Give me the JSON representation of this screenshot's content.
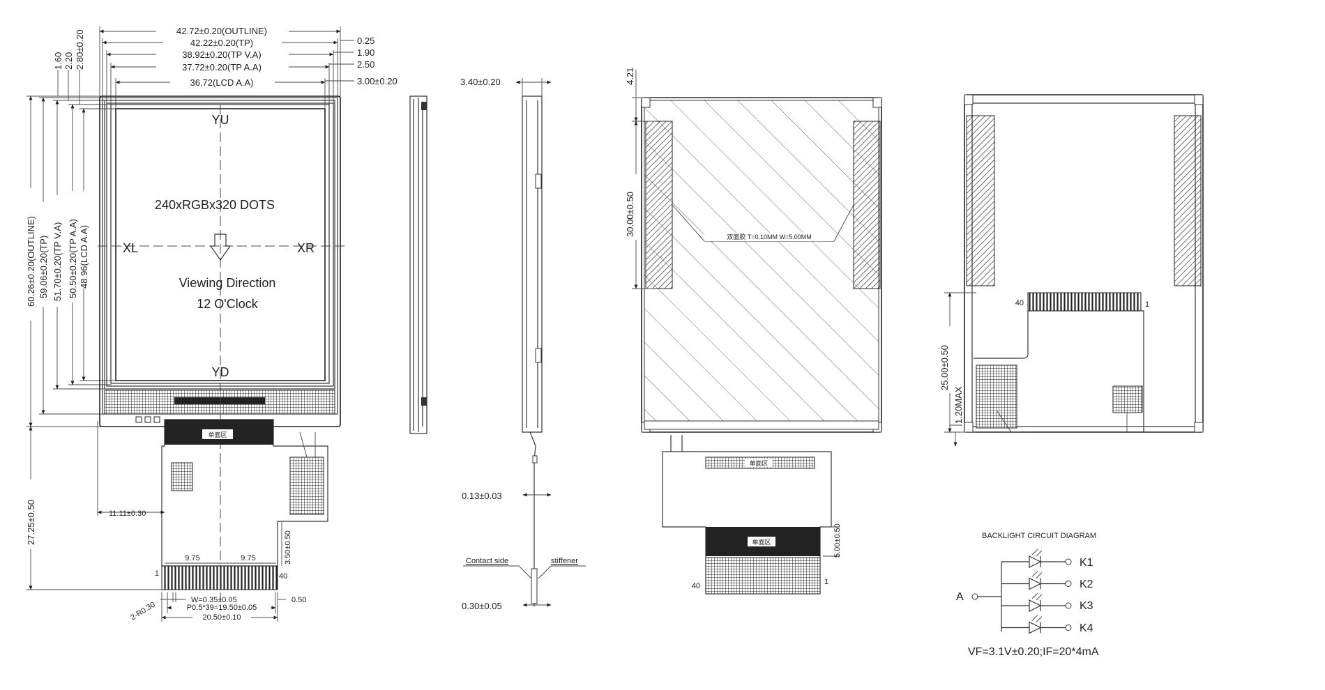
{
  "front_view": {
    "top_dims": [
      "42.72±0.20(OUTLINE)",
      "42.22±0.20(TP)",
      "38.92±0.20(TP  V.A)",
      "37.72±0.20(TP  A.A)",
      "36.72(LCD  A.A)"
    ],
    "right_offsets": [
      "0.25",
      "1.90",
      "2.50",
      "3.00±0.20"
    ],
    "left_small_dims": [
      "1.60",
      "2.20",
      "2.80±0.20"
    ],
    "left_height_dims": [
      "60.26±0.20(OUTLINE)",
      "59.06±0.20(TP)",
      "51.70±0.20(TP  V.A)",
      "50.50±0.20(TP  A.A)",
      "48.96(LCD  A.A)"
    ],
    "label_yu": "YU",
    "label_yd": "YD",
    "label_xl": "XL",
    "label_xr": "XR",
    "resolution": "240xRGBx320  DOTS",
    "viewing_direction": "Viewing  Direction",
    "clock": "12  O'Clock",
    "fpc_stamp": "单面区",
    "fpc_length": "27.25±0.50",
    "fpc_offset": "11.11±0.30",
    "fpc_tail": "3.50±0.50",
    "pin_left_half": "9.75",
    "pin_right_half": "9.75",
    "pin_first": "1",
    "pin_last": "40",
    "pin_width": "W=0.35±0.05",
    "pin_pitch": "P0.5*39=19.50±0.05",
    "pin_offset": "0.50",
    "pin_span": "20.50±0.10",
    "corner_radius": "2-R0.30"
  },
  "side_view": {
    "thickness": "3.40±0.20",
    "film_thickness": "0.13±0.03",
    "fpc_thickness": "0.30±0.05",
    "contact_side": "Contact  side",
    "stiffener": "stiffener"
  },
  "back_view": {
    "top_gap": "4.21",
    "tape_height": "30.00±0.50",
    "tape_note": "双面胶  T=0.10MM  W=5.00MM",
    "fpc_stamp": "单面区",
    "fpc_stamp_lower": "单面区",
    "stiffener_height": "5.00±0.50",
    "pin_first": "1",
    "pin_last": "40"
  },
  "back_fpc_view": {
    "fold_height": "25.00±0.50",
    "max_height": "1.20MAX",
    "pin_first": "1",
    "pin_last": "40"
  },
  "backlight": {
    "title": "BACKLIGHT  CIRCUIT  DIAGRAM",
    "anode": "A",
    "cathodes": [
      "K1",
      "K2",
      "K3",
      "K4"
    ],
    "spec": "VF=3.1V±0.20;IF=20*4mA"
  }
}
